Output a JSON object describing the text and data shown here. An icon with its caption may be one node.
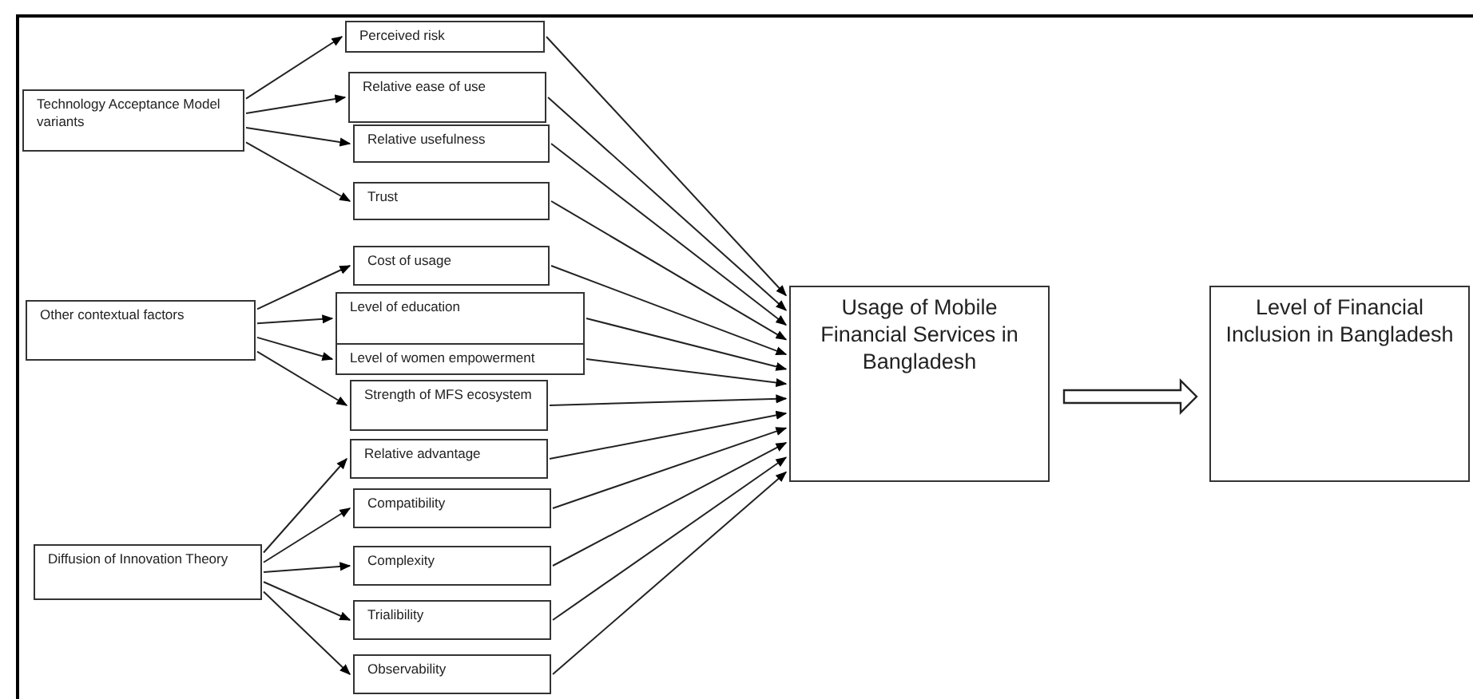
{
  "diagram": {
    "nodes": [
      {
        "text": [
          "Technology Acceptance Model variants"
        ]
      },
      {
        "text": [
          "Other contextual factors"
        ]
      },
      {
        "text": [
          "Diffusion of Innovation Theory"
        ]
      },
      {
        "text": [
          "Perceived risk"
        ]
      },
      {
        "text": [
          "Relative ease of use"
        ]
      },
      {
        "text": [
          "Relative usefulness"
        ]
      },
      {
        "text": [
          "Trust"
        ]
      },
      {
        "text": [
          "Cost of usage"
        ]
      },
      {
        "text": [
          "Level of education"
        ]
      },
      {
        "text": [
          "Level of women empowerment"
        ]
      },
      {
        "text": [
          "Strength of MFS ecosystem"
        ]
      },
      {
        "text": [
          "Relative advantage"
        ]
      },
      {
        "text": [
          "Compatibility"
        ]
      },
      {
        "text": [
          "Complexity"
        ]
      },
      {
        "text": [
          "Trialibility"
        ]
      },
      {
        "text": [
          "Observability"
        ]
      },
      {
        "text": [
          "Usage of Mobile Financial Services in Bangladesh"
        ]
      },
      {
        "text": [
          "Level of Financial Inclusion in Bangladesh"
        ]
      }
    ],
    "edges": [
      {
        "from": 0,
        "to": 3,
        "arrow": "to"
      },
      {
        "from": 0,
        "to": 4,
        "arrow": "to"
      },
      {
        "from": 0,
        "to": 5,
        "arrow": "to"
      },
      {
        "from": 0,
        "to": 6,
        "arrow": "to"
      },
      {
        "from": 1,
        "to": 7,
        "arrow": "to"
      },
      {
        "from": 1,
        "to": 8,
        "arrow": "to"
      },
      {
        "from": 1,
        "to": 9,
        "arrow": "to"
      },
      {
        "from": 1,
        "to": 10,
        "arrow": "to"
      },
      {
        "from": 2,
        "to": 11,
        "arrow": "to"
      },
      {
        "from": 2,
        "to": 12,
        "arrow": "to"
      },
      {
        "from": 2,
        "to": 13,
        "arrow": "to"
      },
      {
        "from": 2,
        "to": 14,
        "arrow": "to"
      },
      {
        "from": 2,
        "to": 15,
        "arrow": "to"
      },
      {
        "from": 3,
        "to": 16,
        "arrow": "to"
      },
      {
        "from": 4,
        "to": 16,
        "arrow": "to"
      },
      {
        "from": 5,
        "to": 16,
        "arrow": "to"
      },
      {
        "from": 6,
        "to": 16,
        "arrow": "to"
      },
      {
        "from": 7,
        "to": 16,
        "arrow": "to"
      },
      {
        "from": 8,
        "to": 16,
        "arrow": "to"
      },
      {
        "from": 9,
        "to": 16,
        "arrow": "to"
      },
      {
        "from": 10,
        "to": 16,
        "arrow": "to"
      },
      {
        "from": 11,
        "to": 16,
        "arrow": "to"
      },
      {
        "from": 12,
        "to": 16,
        "arrow": "to"
      },
      {
        "from": 13,
        "to": 16,
        "arrow": "to"
      },
      {
        "from": 14,
        "to": 16,
        "arrow": "to"
      },
      {
        "from": 15,
        "to": 16,
        "arrow": "to"
      },
      {
        "from": 16,
        "to": 17,
        "arrow": "to",
        "style": "thick"
      }
    ]
  }
}
